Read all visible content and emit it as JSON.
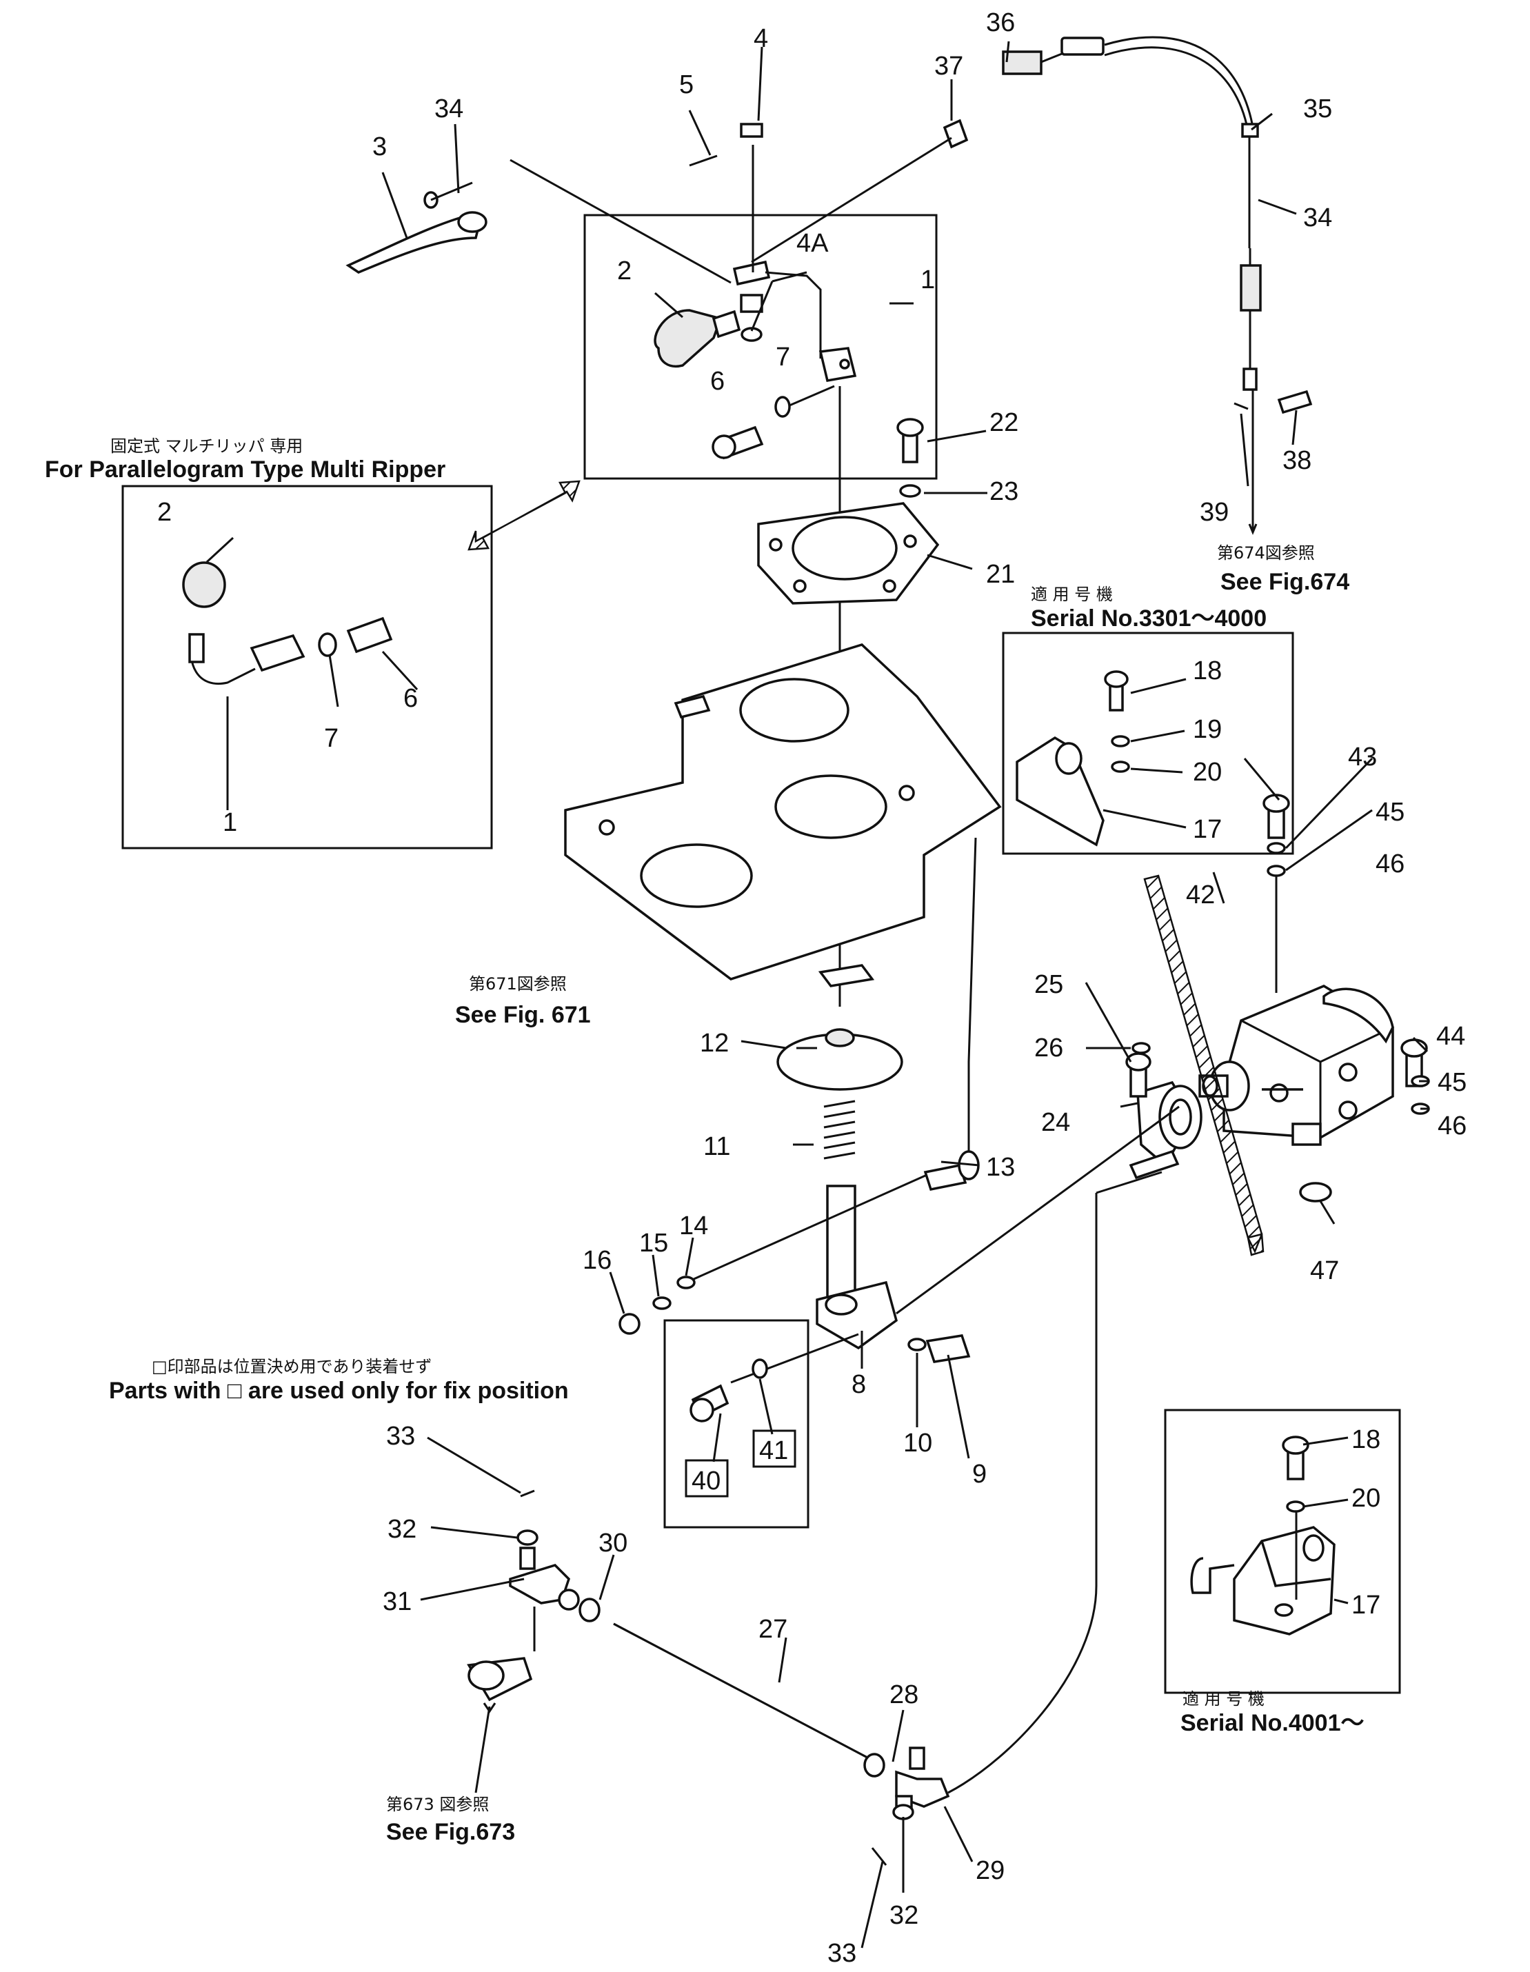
{
  "callouts": {
    "n1": "1",
    "n2": "2",
    "n3": "3",
    "n4": "4",
    "n4a": "4A",
    "n5": "5",
    "n6": "6",
    "n7": "7",
    "n8": "8",
    "n9": "9",
    "n10": "10",
    "n11": "11",
    "n12": "12",
    "n13": "13",
    "n14": "14",
    "n15": "15",
    "n16": "16",
    "n17": "17",
    "n18": "18",
    "n19": "19",
    "n20": "20",
    "n21": "21",
    "n22": "22",
    "n23": "23",
    "n24": "24",
    "n25": "25",
    "n26": "26",
    "n27": "27",
    "n28": "28",
    "n29": "29",
    "n30": "30",
    "n31": "31",
    "n32": "32",
    "n33": "33",
    "n34": "34",
    "n35": "35",
    "n36": "36",
    "n37": "37",
    "n38": "38",
    "n39": "39",
    "n40": "40",
    "n41": "41",
    "n42": "42",
    "n43": "43",
    "n44": "44",
    "n45": "45",
    "n46": "46",
    "n47": "47"
  },
  "captions": {
    "multi_ripper_jp": "固定式 マルチリッパ 専用",
    "multi_ripper_en": "For Parallelogram Type Multi Ripper",
    "serial_a_jp": "適 用 号 機",
    "serial_a_en": "Serial No.3301～4000",
    "serial_b_jp": "適 用 号 機",
    "serial_b_en": "Serial No.4001～",
    "fix_jp": "□印部品は位置決め用であり装着せず",
    "fix_en": "Parts with □ are used only for fix position",
    "fig674_jp": "第674図参照",
    "fig674_en": "See Fig.674",
    "fig671_jp": "第671図参照",
    "fig671_en": "See Fig. 671",
    "fig673_jp": "第673 図参照",
    "fig673_en": "See Fig.673"
  }
}
